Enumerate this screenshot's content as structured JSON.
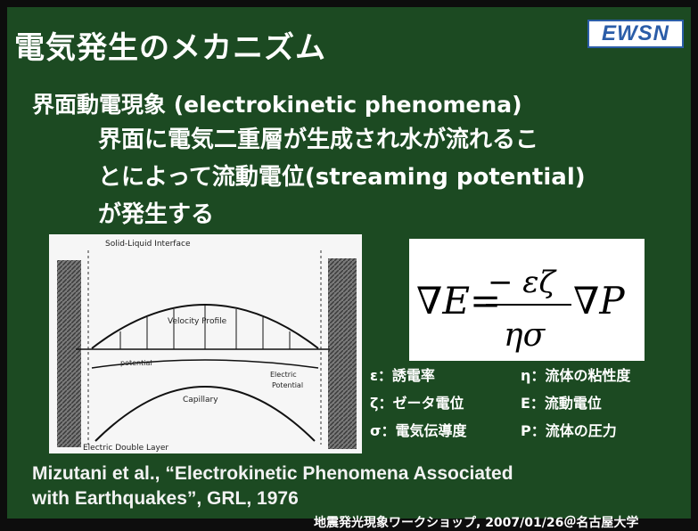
{
  "slide": {
    "title": "電気発生のメカニズム",
    "logo_text": "EWSN",
    "lines": [
      "界面動電現象 (electrokinetic phenomena)",
      "界面に電気二重層が生成され水が流れるこ",
      "とによって流動電位(streaming potential)",
      "が発生する"
    ],
    "figure": {
      "label_top": "Solid-Liquid Interface",
      "label_velocity": "Velocity Profile",
      "label_potential": "potential",
      "label_electric": "Electric",
      "label_potential2": "Potential",
      "label_capillary": "Capillary",
      "label_bottom": "Electric Double Layer"
    },
    "formula": {
      "lhs": "∇E=",
      "numerator": "− εζ",
      "denominator": "ησ",
      "rhs": "∇P"
    },
    "symbols": [
      "ε：誘電率",
      "η：流体の粘性度",
      "ζ：ゼータ電位",
      "E：流動電位",
      "σ：電気伝導度",
      "P：流体の圧力"
    ],
    "citation": [
      "Mizutani et al., “Electrokinetic Phenomena Associated",
      "with Earthquakes”, GRL, 1976"
    ],
    "footer": "地震発光現象ワークショップ, 2007/01/26＠名古屋大学"
  },
  "colors": {
    "background": "#1c4a22",
    "text": "#ffffff",
    "logo": "#2b5da8"
  }
}
